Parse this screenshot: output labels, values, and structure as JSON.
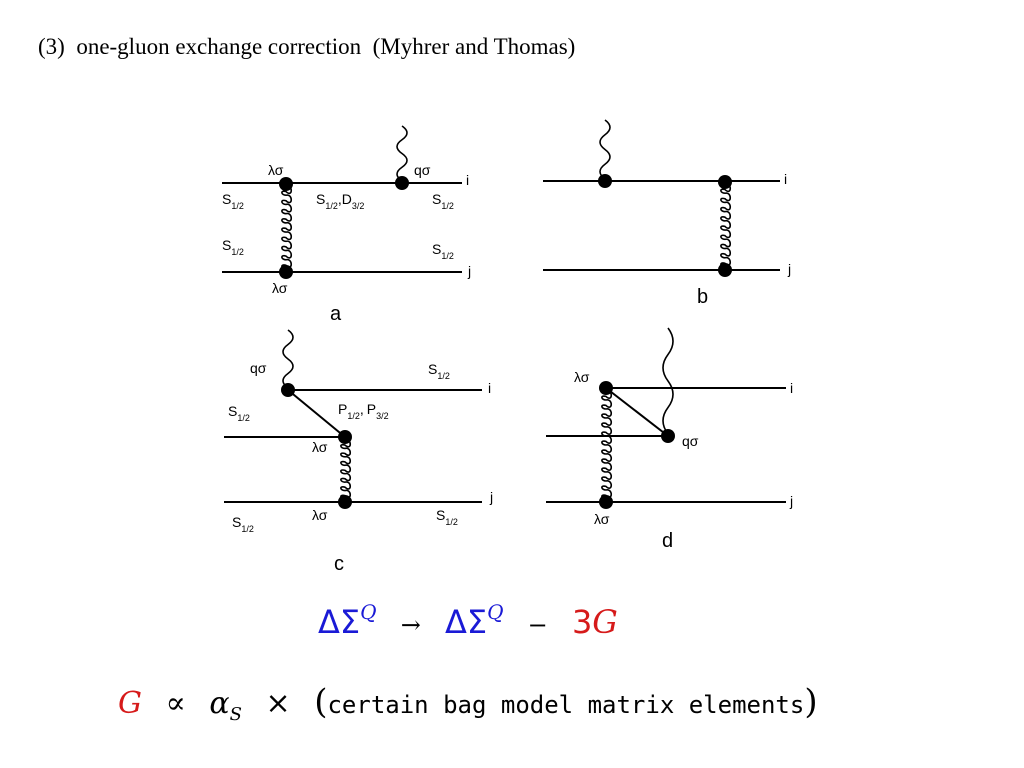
{
  "title": "(3)  one-gluon exchange correction  (Myhrer and Thomas)",
  "labels": {
    "lambda_sigma": "λσ",
    "q_sigma": "qσ",
    "quark_i": "i",
    "quark_j": "j",
    "s_main": "S",
    "d_main": "D",
    "p_main": "P",
    "half": "1/2",
    "three_half": "3/2",
    "comma": ","
  },
  "panels": {
    "a": "a",
    "b": "b",
    "c": "c",
    "d": "d"
  },
  "equation1": {
    "lhs": "ΔΣ",
    "lhs_sup": "Q",
    "arrow": "→",
    "rhs": "ΔΣ",
    "rhs_sup": "Q",
    "minus": "−",
    "coef": "3",
    "G": "G"
  },
  "equation2": {
    "G": "G",
    "propto": "∝",
    "alpha": "α",
    "alpha_sub": "S",
    "times": "×",
    "open_paren": "(",
    "text": "certain bag model matrix elements",
    "close_paren": ")"
  },
  "colors": {
    "blue": "#1a1ad6",
    "red": "#d61a1a"
  }
}
